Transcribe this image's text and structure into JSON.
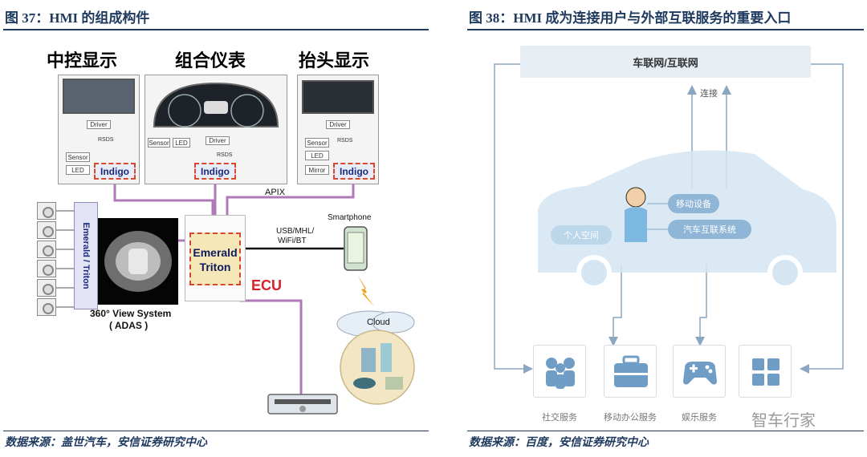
{
  "left_panel": {
    "title": "图 37：HMI 的组成构件",
    "source": "数据来源：盖世汽车，安信证券研究中心",
    "headings": {
      "center": "中控显示",
      "cluster": "组合仪表",
      "hud": "抬头显示"
    },
    "small_labels": {
      "driver": "Driver",
      "sensor": "Sensor",
      "led": "LED",
      "rsds": "RSDS",
      "mirror": "Mirror"
    },
    "indigo": "Indigo",
    "apix": "APIX",
    "ecu_core_line1": "Emerald",
    "ecu_core_line2": "Triton",
    "ecu": "ECU",
    "camera_unit": "Emerald / Triton",
    "view_system_line1": "360° View System",
    "view_system_line2": "( ADAS )",
    "usb_line1": "USB/MHL/",
    "usb_line2": "WiFi/BT",
    "smartphone": "Smartphone",
    "cloud": "Cloud"
  },
  "right_panel": {
    "title": "图 38：HMI 成为连接用户与外部互联服务的重要入口",
    "source": "数据来源：百度，安信证券研究中心",
    "network": "车联网/互联网",
    "connect": "连接",
    "personal_space": "个人空间",
    "mobile_device": "移动设备",
    "car_connect": "汽车互联系统",
    "services": [
      {
        "label": "社交服务",
        "icon": "people-icon"
      },
      {
        "label": "移动办公服务",
        "icon": "briefcase-icon"
      },
      {
        "label": "娱乐服务",
        "icon": "gamepad-icon"
      },
      {
        "label": "",
        "icon": "grid-icon"
      }
    ],
    "watermark": "智车行家"
  },
  "colors": {
    "title": "#1f3a5f",
    "bus_line": "#b07ab8",
    "dashed_border": "#d9482b",
    "ecu_fill": "#f6e7b8",
    "car_fill": "#d5e5f2",
    "pill": "#8fb6d6",
    "arrow": "#8aa6c0"
  }
}
